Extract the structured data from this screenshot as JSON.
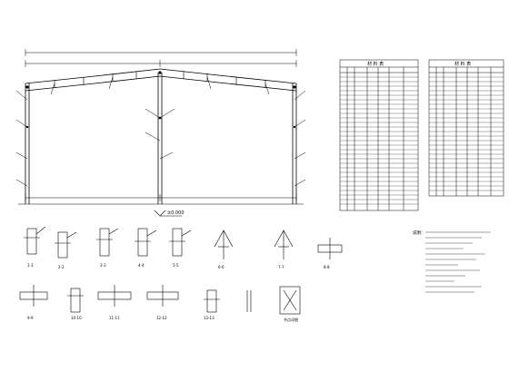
{
  "drawing": {
    "elevation_mark": "±0.000",
    "table_title_left": "材 料 表",
    "table_title_right": "材 料 表",
    "table_tag": "",
    "notes_label": "说明：",
    "section_labels": [
      "1-1",
      "2-2",
      "3-3",
      "4-4",
      "5-5",
      "6-6",
      "7-7",
      "8-8",
      "9-9",
      "10-10",
      "11-11",
      "12-12",
      "13-13",
      "节点详图"
    ]
  },
  "colors": {
    "line": "#000000",
    "background": "#ffffff"
  }
}
